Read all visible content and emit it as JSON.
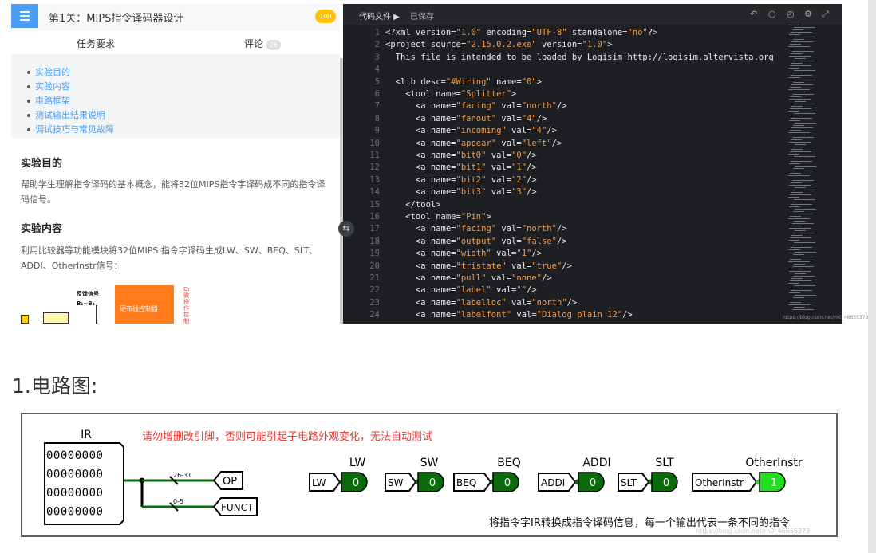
{
  "left_panel": {
    "title": "第1关：MIPS指令译码器设计",
    "score": "100",
    "tabs": [
      {
        "label": "任务要求"
      },
      {
        "label": "评论",
        "count": "26"
      }
    ],
    "toc": [
      "实验目的",
      "实验内容",
      "电路框架",
      "测试输出结果说明",
      "调试技巧与常见故障"
    ],
    "section1": {
      "heading": "实验目的",
      "text": "帮助学生理解指令译码的基本概念，能将32位MIPS指令字译码成不同的指令译码信号。"
    },
    "section2": {
      "heading": "实验内容",
      "text": "利用比较器等功能模块将32位MIPS 指令字译码生成LW、SW、BEQ、SLT、ADDI、OtherInstr信号："
    },
    "figure": {
      "label_feedback": "反馈信号",
      "label_bits": "B₁~B₁",
      "block_label": "硬布线控制器",
      "output_labels": "C₁ 微操作控制"
    }
  },
  "editor": {
    "tab_label": "代码文件 ▶",
    "save_status": "已保存",
    "icons": [
      "undo-icon",
      "refresh-icon",
      "history-icon",
      "gear-icon",
      "fullscreen-icon"
    ],
    "watermark": "https://blog.csdn.net/m0_46655373",
    "lines": [
      {
        "n": "1",
        "code": "<?xml version=\"1.0\" encoding=\"UTF-8\" standalone=\"no\"?>"
      },
      {
        "n": "2",
        "code": "<project source=\"2.15.0.2.exe\" version=\"1.0\">"
      },
      {
        "n": "3",
        "code": "  This file is intended to be loaded by Logisim http://logisim.altervista.org"
      },
      {
        "n": "4",
        "code": ""
      },
      {
        "n": "5",
        "code": "  <lib desc=\"#Wiring\" name=\"0\">"
      },
      {
        "n": "6",
        "code": "    <tool name=\"Splitter\">"
      },
      {
        "n": "7",
        "code": "      <a name=\"facing\" val=\"north\"/>"
      },
      {
        "n": "8",
        "code": "      <a name=\"fanout\" val=\"4\"/>"
      },
      {
        "n": "9",
        "code": "      <a name=\"incoming\" val=\"4\"/>"
      },
      {
        "n": "10",
        "code": "      <a name=\"appear\" val=\"left\"/>"
      },
      {
        "n": "11",
        "code": "      <a name=\"bit0\" val=\"0\"/>"
      },
      {
        "n": "12",
        "code": "      <a name=\"bit1\" val=\"1\"/>"
      },
      {
        "n": "13",
        "code": "      <a name=\"bit2\" val=\"2\"/>"
      },
      {
        "n": "14",
        "code": "      <a name=\"bit3\" val=\"3\"/>"
      },
      {
        "n": "15",
        "code": "    </tool>"
      },
      {
        "n": "16",
        "code": "    <tool name=\"Pin\">"
      },
      {
        "n": "17",
        "code": "      <a name=\"facing\" val=\"north\"/>"
      },
      {
        "n": "18",
        "code": "      <a name=\"output\" val=\"false\"/>"
      },
      {
        "n": "19",
        "code": "      <a name=\"width\" val=\"1\"/>"
      },
      {
        "n": "20",
        "code": "      <a name=\"tristate\" val=\"true\"/>"
      },
      {
        "n": "21",
        "code": "      <a name=\"pull\" val=\"none\"/>"
      },
      {
        "n": "22",
        "code": "      <a name=\"label\" val=\"\"/>"
      },
      {
        "n": "23",
        "code": "      <a name=\"labelloc\" val=\"north\"/>"
      },
      {
        "n": "24",
        "code": "      <a name=\"labelfont\" val=\"Dialog plain 12\"/>"
      }
    ]
  },
  "section_heading": "1.电路图:",
  "circuit": {
    "ir_label": "IR",
    "ir_rows": [
      "00000000",
      "00000000",
      "00000000",
      "00000000"
    ],
    "warning": "请勿增删改引脚，否则可能引起子电路外观变化，无法自动测试",
    "split_op": "26-31",
    "split_funct": "0-5",
    "op_label": "OP",
    "funct_label": "FUNCT",
    "outputs": [
      {
        "name": "LW",
        "tunnel": "LW",
        "value": "0"
      },
      {
        "name": "SW",
        "tunnel": "SW",
        "value": "0"
      },
      {
        "name": "BEQ",
        "tunnel": "BEQ",
        "value": "0"
      },
      {
        "name": "ADDI",
        "tunnel": "ADDI",
        "value": "0"
      },
      {
        "name": "SLT",
        "tunnel": "SLT",
        "value": "0"
      },
      {
        "name": "OtherInstr",
        "tunnel": "OtherInstr",
        "value": "1"
      }
    ],
    "note": "将指令字IR转换成指令译码信息，每一个输出代表一条不同的指令",
    "watermark": "https://blog.csdn.net/m0_46655373",
    "colors": {
      "pin_off": "#0a6b0a",
      "pin_on": "#22dd22",
      "wire": "#0a6b0a",
      "warning": "#e53935"
    }
  }
}
